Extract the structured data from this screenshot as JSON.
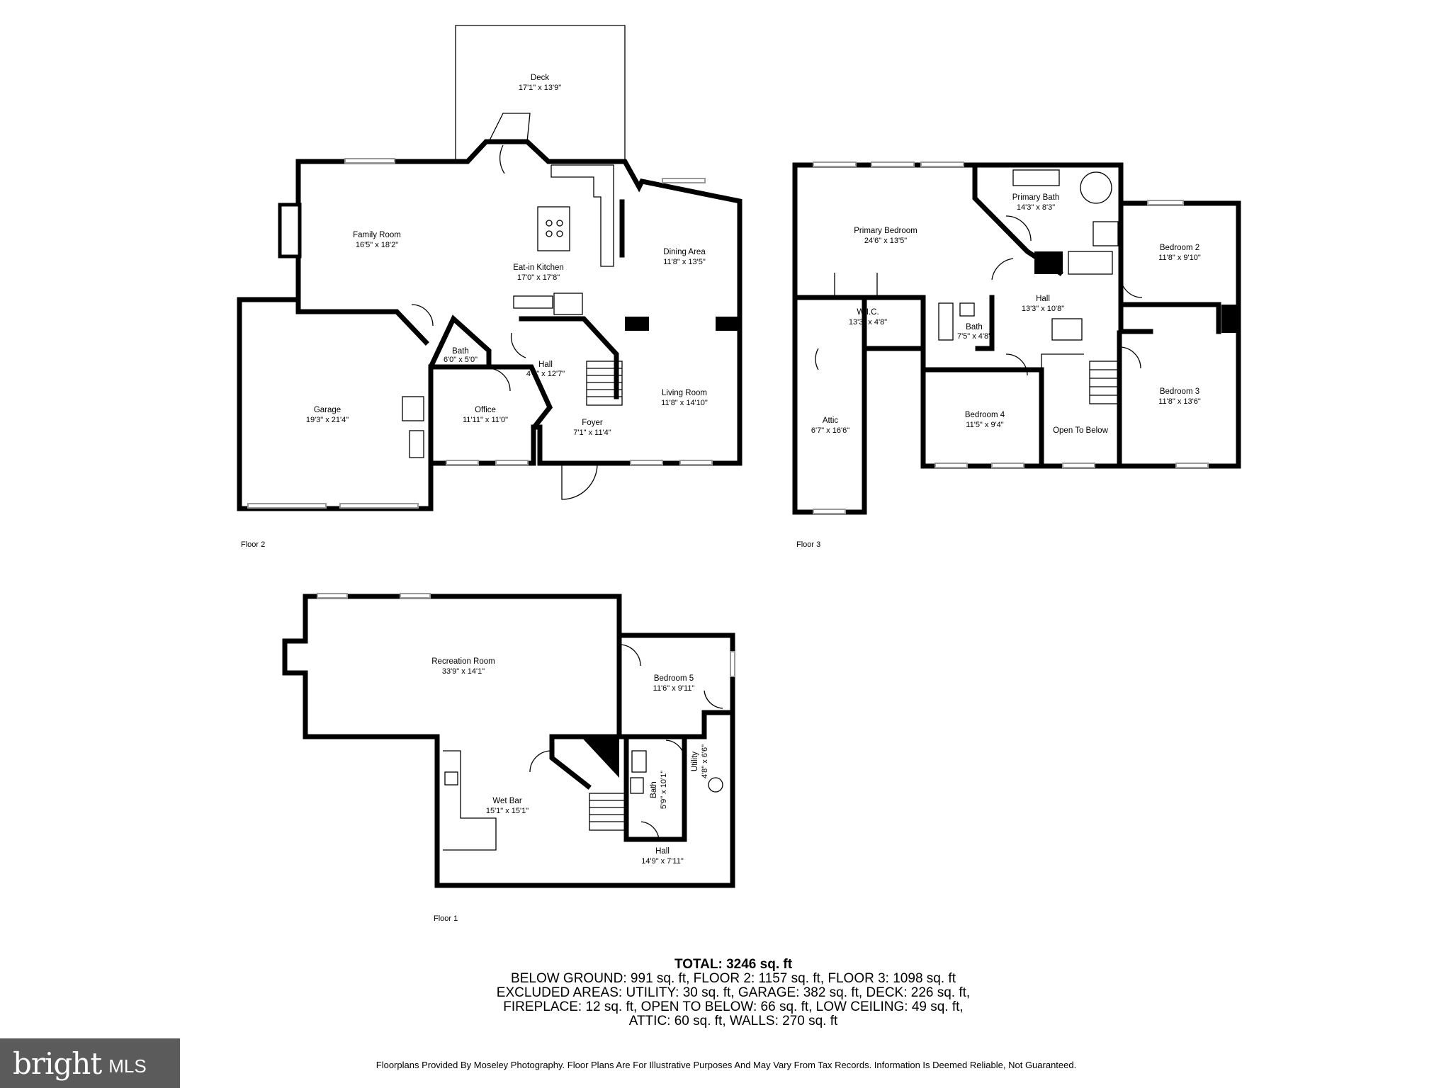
{
  "rooms": {
    "deck": {
      "name": "Deck",
      "dim": "17'1\" x 13'9\""
    },
    "family_room": {
      "name": "Family Room",
      "dim": "16'5\" x 18'2\""
    },
    "eat_in_kitchen": {
      "name": "Eat-in Kitchen",
      "dim": "17'0\" x 17'8\""
    },
    "dining_area": {
      "name": "Dining Area",
      "dim": "11'8\" x 13'5\""
    },
    "bath_f2": {
      "name": "Bath",
      "dim": "6'0\" x 5'0\""
    },
    "hall_f2": {
      "name": "Hall",
      "dim": "4'3\" x 12'7\""
    },
    "garage": {
      "name": "Garage",
      "dim": "19'3\" x 21'4\""
    },
    "office": {
      "name": "Office",
      "dim": "11'11\" x 11'0\""
    },
    "foyer": {
      "name": "Foyer",
      "dim": "7'1\" x 11'4\""
    },
    "living_room": {
      "name": "Living Room",
      "dim": "11'8\" x 14'10\""
    },
    "primary_bedroom": {
      "name": "Primary Bedroom",
      "dim": "24'6\" x 13'5\""
    },
    "primary_bath": {
      "name": "Primary Bath",
      "dim": "14'3\" x 8'3\""
    },
    "bedroom_2": {
      "name": "Bedroom 2",
      "dim": "11'8\" x 9'10\""
    },
    "wic": {
      "name": "W.I.C.",
      "dim": "13'3\" x 4'8\""
    },
    "bath_f3": {
      "name": "Bath",
      "dim": "7'5\" x 4'8\""
    },
    "hall_f3": {
      "name": "Hall",
      "dim": "13'3\" x 10'8\""
    },
    "attic": {
      "name": "Attic",
      "dim": "6'7\" x 16'6\""
    },
    "bedroom_4": {
      "name": "Bedroom 4",
      "dim": "11'5\" x 9'4\""
    },
    "open_to_below": {
      "name": "Open To Below"
    },
    "bedroom_3": {
      "name": "Bedroom 3",
      "dim": "11'8\" x 13'6\""
    },
    "recreation_room": {
      "name": "Recreation Room",
      "dim": "33'9\" x 14'1\""
    },
    "bedroom_5": {
      "name": "Bedroom 5",
      "dim": "11'6\" x 9'11\""
    },
    "bath_f1": {
      "name": "Bath",
      "dim": "5'9\" x 10'1\""
    },
    "utility": {
      "name": "Utility",
      "dim": "4'8\" x 6'6\""
    },
    "wet_bar": {
      "name": "Wet Bar",
      "dim": "15'1\" x 15'1\""
    },
    "hall_f1": {
      "name": "Hall",
      "dim": "14'9\" x 7'11\""
    }
  },
  "floors": {
    "floor2": "Floor 2",
    "floor3": "Floor 3",
    "floor1": "Floor 1"
  },
  "totals": {
    "heading": "TOTAL: 3246 sq. ft",
    "line1": "BELOW GROUND: 991 sq. ft, FLOOR 2: 1157 sq. ft, FLOOR 3: 1098 sq. ft",
    "line2": "EXCLUDED AREAS: UTILITY: 30 sq. ft, GARAGE: 382 sq. ft, DECK: 226 sq. ft,",
    "line3": "FIREPLACE: 12 sq. ft, OPEN TO BELOW: 66 sq. ft, LOW CEILING: 49 sq. ft,",
    "line4": "ATTIC: 60 sq. ft, WALLS: 270 sq. ft"
  },
  "disclaimer": "Floorplans Provided By Moseley Photography. Floor Plans Are For Illustrative Purposes And May Vary From Tax Records. Information Is Deemed Reliable, Not Guaranteed.",
  "logo": {
    "brand": "bright",
    "suffix": "MLS"
  }
}
